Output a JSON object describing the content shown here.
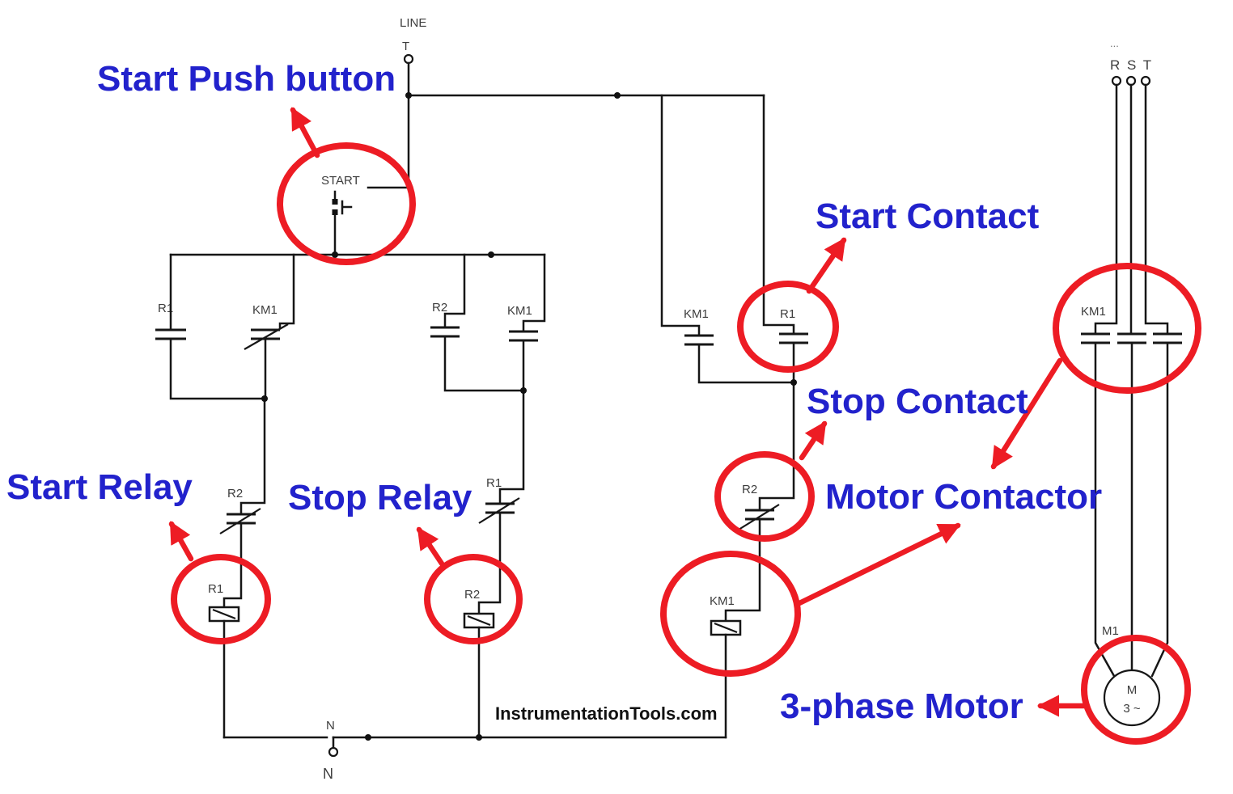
{
  "colors": {
    "annotation_blue": "#2222cc",
    "annotation_red": "#ed1c24",
    "wire": "#161616",
    "component_label": "#3d3d3d"
  },
  "annotations": {
    "start_push_button": "Start Push button",
    "start_contact": "Start Contact",
    "stop_contact": "Stop Contact",
    "motor_contactor": "Motor Contactor",
    "start_relay": "Start Relay",
    "stop_relay": "Stop Relay",
    "three_phase_motor": "3-phase Motor"
  },
  "control": {
    "line_label": "LINE",
    "line_terminal": "T",
    "start_button": "START",
    "contact_r1_left": "R1",
    "contact_km1_left": "KM1",
    "contact_r2_mid": "R2",
    "contact_km1_mid": "KM1",
    "contact_km1_aux": "KM1",
    "contact_r1_start": "R1",
    "contact_r2_stop": "R2",
    "contact_r2_branch": "R2",
    "contact_r1_branch": "R1",
    "coil_r1": "R1",
    "coil_r2": "R2",
    "coil_km1": "KM1",
    "neutral_label_top": "N",
    "neutral_label_bottom": "N"
  },
  "power": {
    "phase_dots": "...",
    "phase_labels": "R S T",
    "main_contactor": "KM1",
    "motor_feeder": "M1",
    "motor_letter": "M",
    "motor_type": "3 ~"
  },
  "watermark": "InstrumentationTools.com"
}
